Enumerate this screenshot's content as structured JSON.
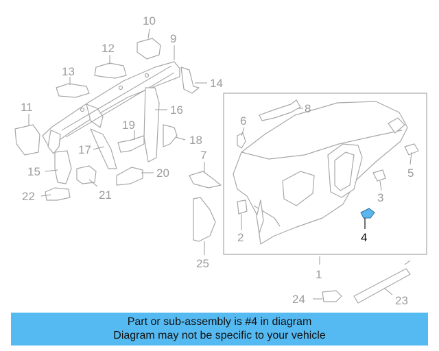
{
  "diagram": {
    "callouts": {
      "c1": "1",
      "c2": "2",
      "c3": "3",
      "c4": "4",
      "c5": "5",
      "c6": "6",
      "c7": "7",
      "c8": "8",
      "c9": "9",
      "c10": "10",
      "c11": "11",
      "c12": "12",
      "c13": "13",
      "c14": "14",
      "c15": "15",
      "c16": "16",
      "c17": "17",
      "c18": "18",
      "c19": "19",
      "c20": "20",
      "c21": "21",
      "c22": "22",
      "c23": "23",
      "c24": "24",
      "c25": "25"
    },
    "highlighted_part": "4",
    "colors": {
      "highlight": "#5bb6ee",
      "banner": "#56baf2",
      "lines": "#a7a7a7"
    }
  },
  "banner": {
    "line1": "Part or sub-assembly is #4 in diagram",
    "line2": "Diagram may not be specific to your vehicle"
  }
}
